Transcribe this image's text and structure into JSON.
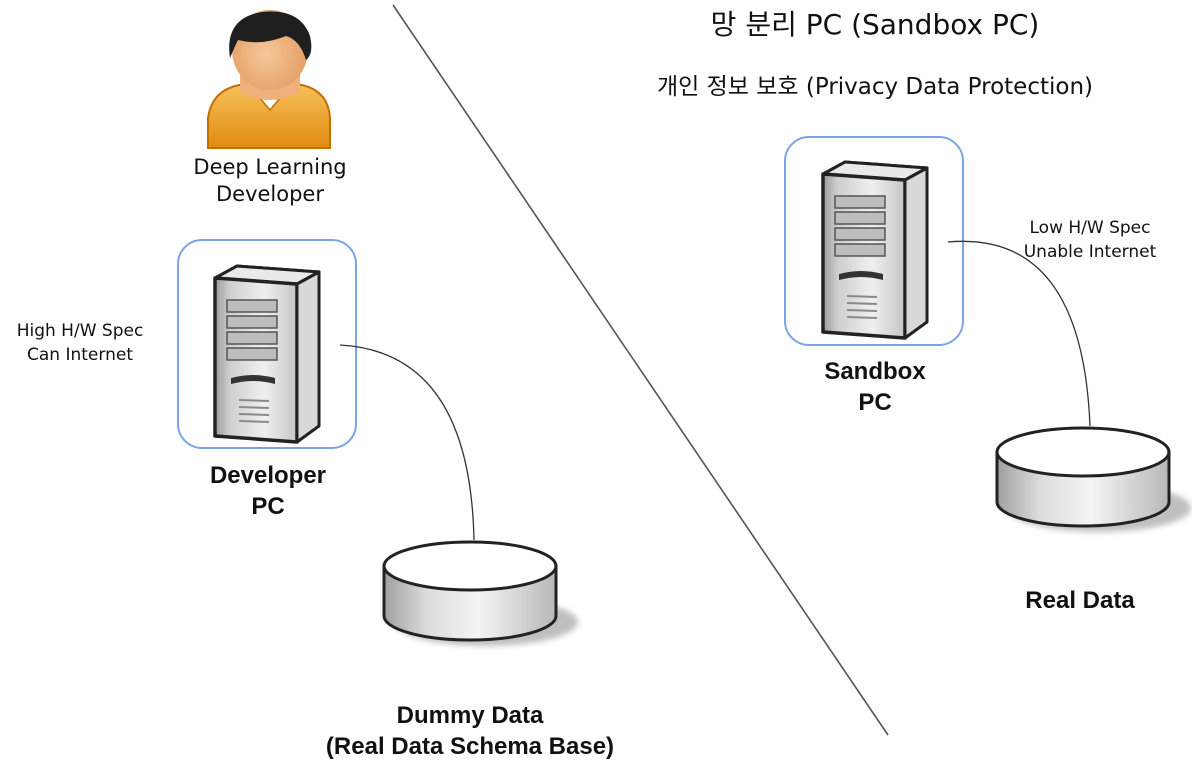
{
  "title": "망 분리 PC (Sandbox PC)",
  "subtitle": "개인 정보 보호 (Privacy Data Protection)",
  "developer": {
    "line1": "Deep Learning",
    "line2": "Developer"
  },
  "developer_pc": {
    "line1": "Developer",
    "line2": "PC",
    "spec_line1": "High H/W Spec",
    "spec_line2": "Can Internet"
  },
  "sandbox_pc": {
    "line1": "Sandbox",
    "line2": "PC",
    "spec_line1": "Low  H/W Spec",
    "spec_line2": "Unable Internet"
  },
  "dummy_data": {
    "line1": "Dummy Data",
    "line2": "(Real Data Schema Base)"
  },
  "real_data": {
    "label": "Real Data"
  },
  "colors": {
    "user_body": "#f2a92e",
    "user_hair": "#222222",
    "frame_border": "#7aa4e6",
    "divider": "#555555"
  },
  "icons": [
    "user-developer-icon",
    "server-icon",
    "database-icon"
  ]
}
